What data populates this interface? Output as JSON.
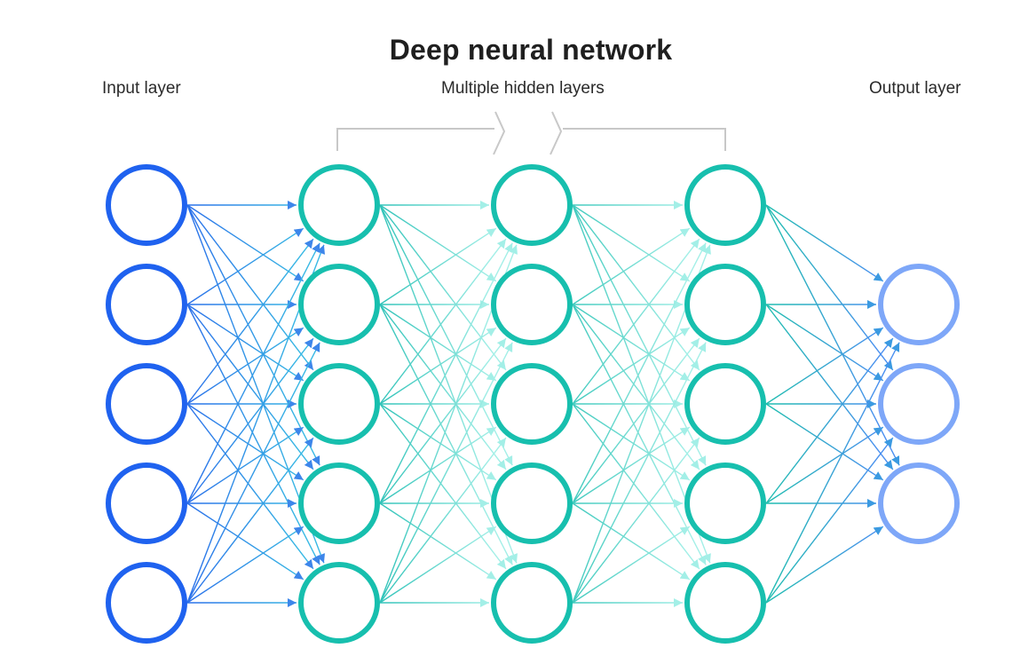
{
  "title": "Deep neural network",
  "labels": {
    "input": "Input layer",
    "hidden": "Multiple hidden layers",
    "output": "Output layer"
  },
  "layers": [
    {
      "name": "input",
      "nodes": 5,
      "color": "#1f62ef"
    },
    {
      "name": "hidden-1",
      "nodes": 5,
      "color": "#17bfae"
    },
    {
      "name": "hidden-2",
      "nodes": 5,
      "color": "#17bfae"
    },
    {
      "name": "hidden-3",
      "nodes": 5,
      "color": "#17bfae"
    },
    {
      "name": "output",
      "nodes": 3,
      "color": "#7ea7f8"
    }
  ],
  "connection_colors": {
    "input_to_hidden": "#3d86ea",
    "hidden_1_to_2": "#2ec2b8",
    "hidden_2_to_3": "#3fc9bd",
    "hidden_to_output": "#3b9ae1",
    "faded_head": "#a3efe7"
  },
  "bracket_color": "#c8c8c8"
}
